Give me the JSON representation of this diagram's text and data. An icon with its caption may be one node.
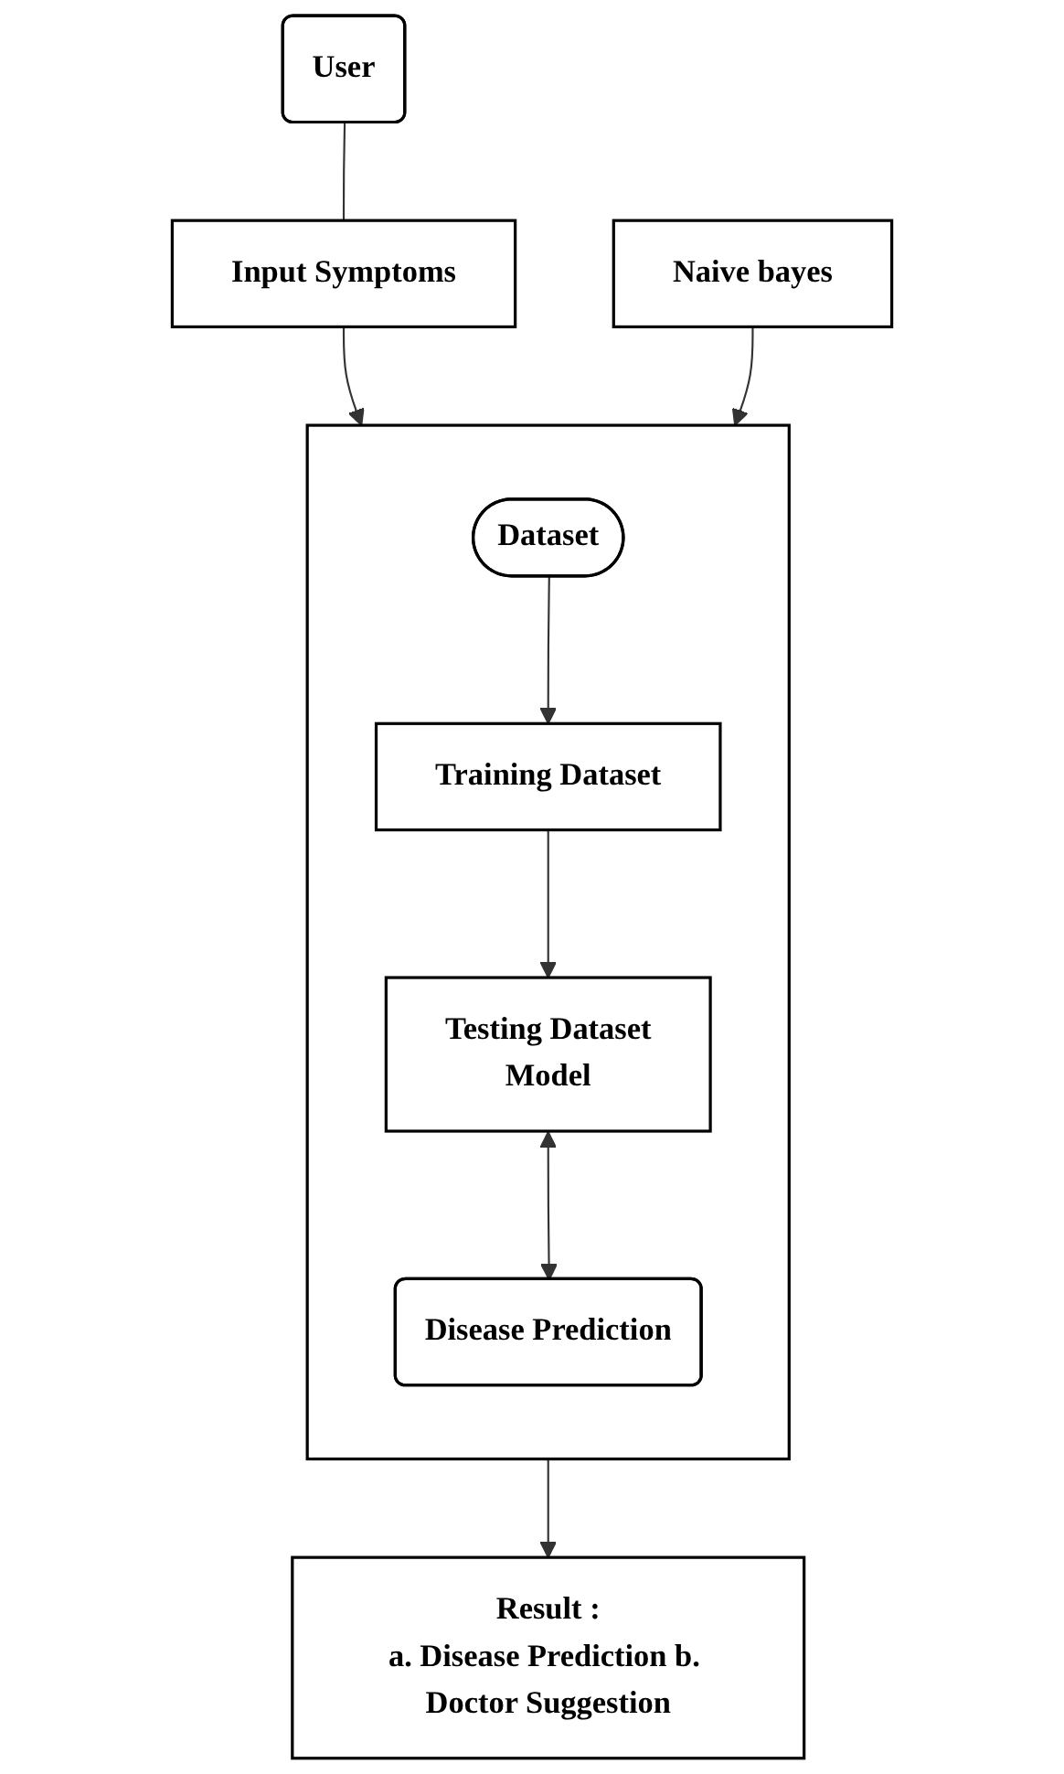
{
  "diagram": {
    "nodes": [
      {
        "text": [
          "User"
        ]
      },
      {
        "text": [
          "Input Symptoms"
        ]
      },
      {
        "text": [
          "Naive bayes"
        ]
      },
      {
        "text": [],
        "shape": "box"
      },
      {
        "text": [
          "Dataset"
        ],
        "in": 3
      },
      {
        "text": [
          "Training Dataset"
        ],
        "in": 3
      },
      {
        "text": [
          "Testing Dataset",
          "Model"
        ],
        "in": 3
      },
      {
        "text": [
          "Disease Prediction"
        ],
        "in": 3
      },
      {
        "text": [
          "Result :",
          "a. Disease Prediction b. Doctor Suggestion"
        ]
      }
    ],
    "edges": [
      {
        "from": 0,
        "to": 1,
        "arrow": "none"
      },
      {
        "from": 1,
        "to": 3,
        "arrow": "to"
      },
      {
        "from": 2,
        "to": 3,
        "arrow": "to"
      },
      {
        "from": 4,
        "to": 5,
        "arrow": "to"
      },
      {
        "from": 5,
        "to": 6,
        "arrow": "to"
      },
      {
        "from": 6,
        "to": 7,
        "arrow": "both"
      },
      {
        "from": 3,
        "to": 8,
        "arrow": "to"
      }
    ]
  }
}
